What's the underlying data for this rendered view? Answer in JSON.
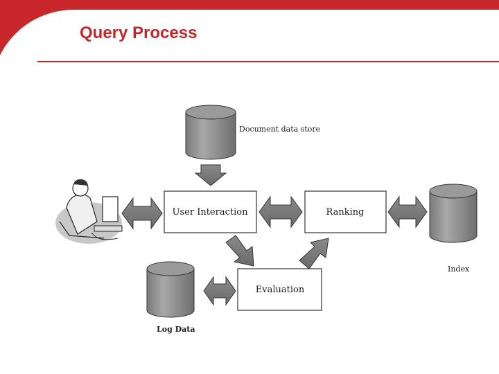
{
  "slide": {
    "title": "Query Process",
    "accent_color": "#c0282c"
  },
  "diagram": {
    "boxes": {
      "user_interaction": "User Interaction",
      "ranking": "Ranking",
      "evaluation": "Evaluation"
    },
    "stores": {
      "document_data_store": "Document data store",
      "index": "Index",
      "log_data": "Log Data"
    },
    "figure": "user-at-computer-icon"
  }
}
